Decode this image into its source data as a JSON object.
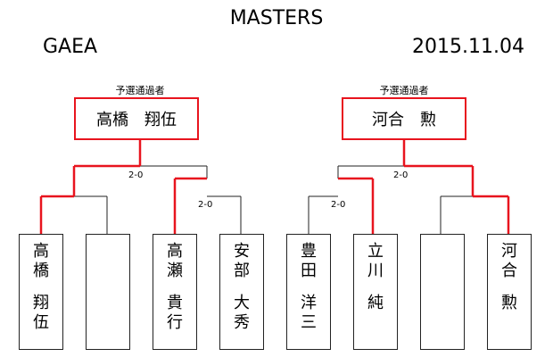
{
  "header": {
    "title": "MASTERS",
    "left_label": "GAEA",
    "date": "2015.11.04"
  },
  "qualifier_caption": "予選通過者",
  "champions": {
    "left": "高橋　翔伍",
    "right": "河合　勲"
  },
  "scores": {
    "left_final": "2-0",
    "left_semi": "2-0",
    "right_final": "2-0",
    "right_semi": "2-0"
  },
  "players": [
    {
      "given": [
        "高",
        "橋"
      ],
      "family": [
        "翔",
        "伍"
      ]
    },
    {
      "given": [],
      "family": []
    },
    {
      "given": [
        "高",
        "瀬"
      ],
      "family": [
        "貴",
        "行"
      ]
    },
    {
      "given": [
        "安",
        "部"
      ],
      "family": [
        "大",
        "秀"
      ]
    },
    {
      "given": [
        "豊",
        "田"
      ],
      "family": [
        "洋",
        "三"
      ]
    },
    {
      "given": [
        "立",
        "川"
      ],
      "family": [
        "純"
      ]
    },
    {
      "given": [],
      "family": []
    },
    {
      "given": [
        "河",
        "合"
      ],
      "family": [
        "勲"
      ]
    }
  ],
  "colors": {
    "winner_line": "#e8141e",
    "loser_line": "#222222"
  }
}
